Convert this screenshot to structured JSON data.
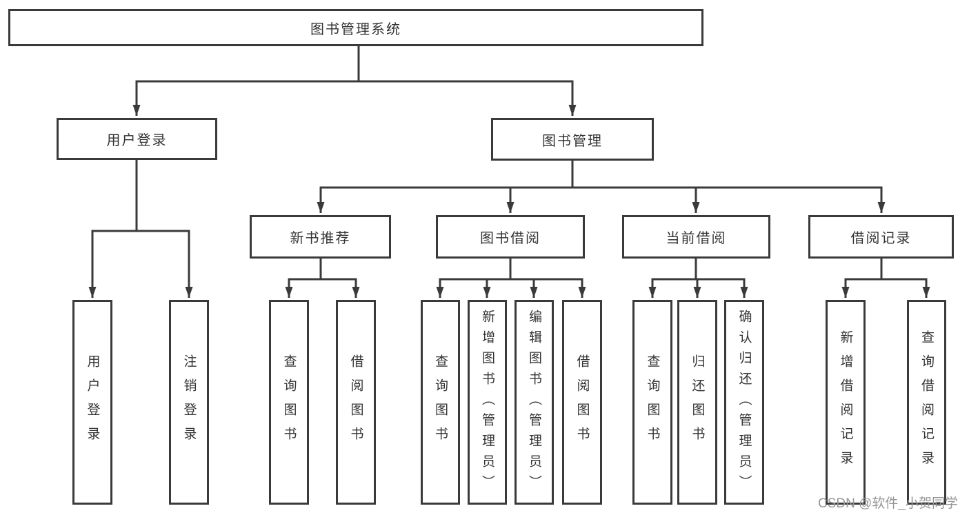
{
  "page": {
    "watermark": "CSDN @软件_小贺同学"
  },
  "colors": {
    "line": "#3a3a3a",
    "text": "#333333",
    "watermark": "#969696",
    "background": "#ffffff"
  },
  "tree": {
    "root": "图书管理系统",
    "level2": [
      "用户登录",
      "图书管理"
    ],
    "level3": [
      "新书推荐",
      "图书借阅",
      "当前借阅",
      "借阅记录"
    ],
    "leaves_user_login": [
      "用户登录",
      "注销登录"
    ],
    "leaves_new_book": [
      "查询图书",
      "借阅图书"
    ],
    "leaves_book_borrow": [
      "查询图书",
      "新增图书（管理员）",
      "编辑图书（管理员）",
      "借阅图书"
    ],
    "leaves_current_borrow": [
      "查询图书",
      "归还图书",
      "确认归还（管理员）"
    ],
    "leaves_records": [
      "新增借阅记录",
      "查询借阅记录"
    ]
  }
}
